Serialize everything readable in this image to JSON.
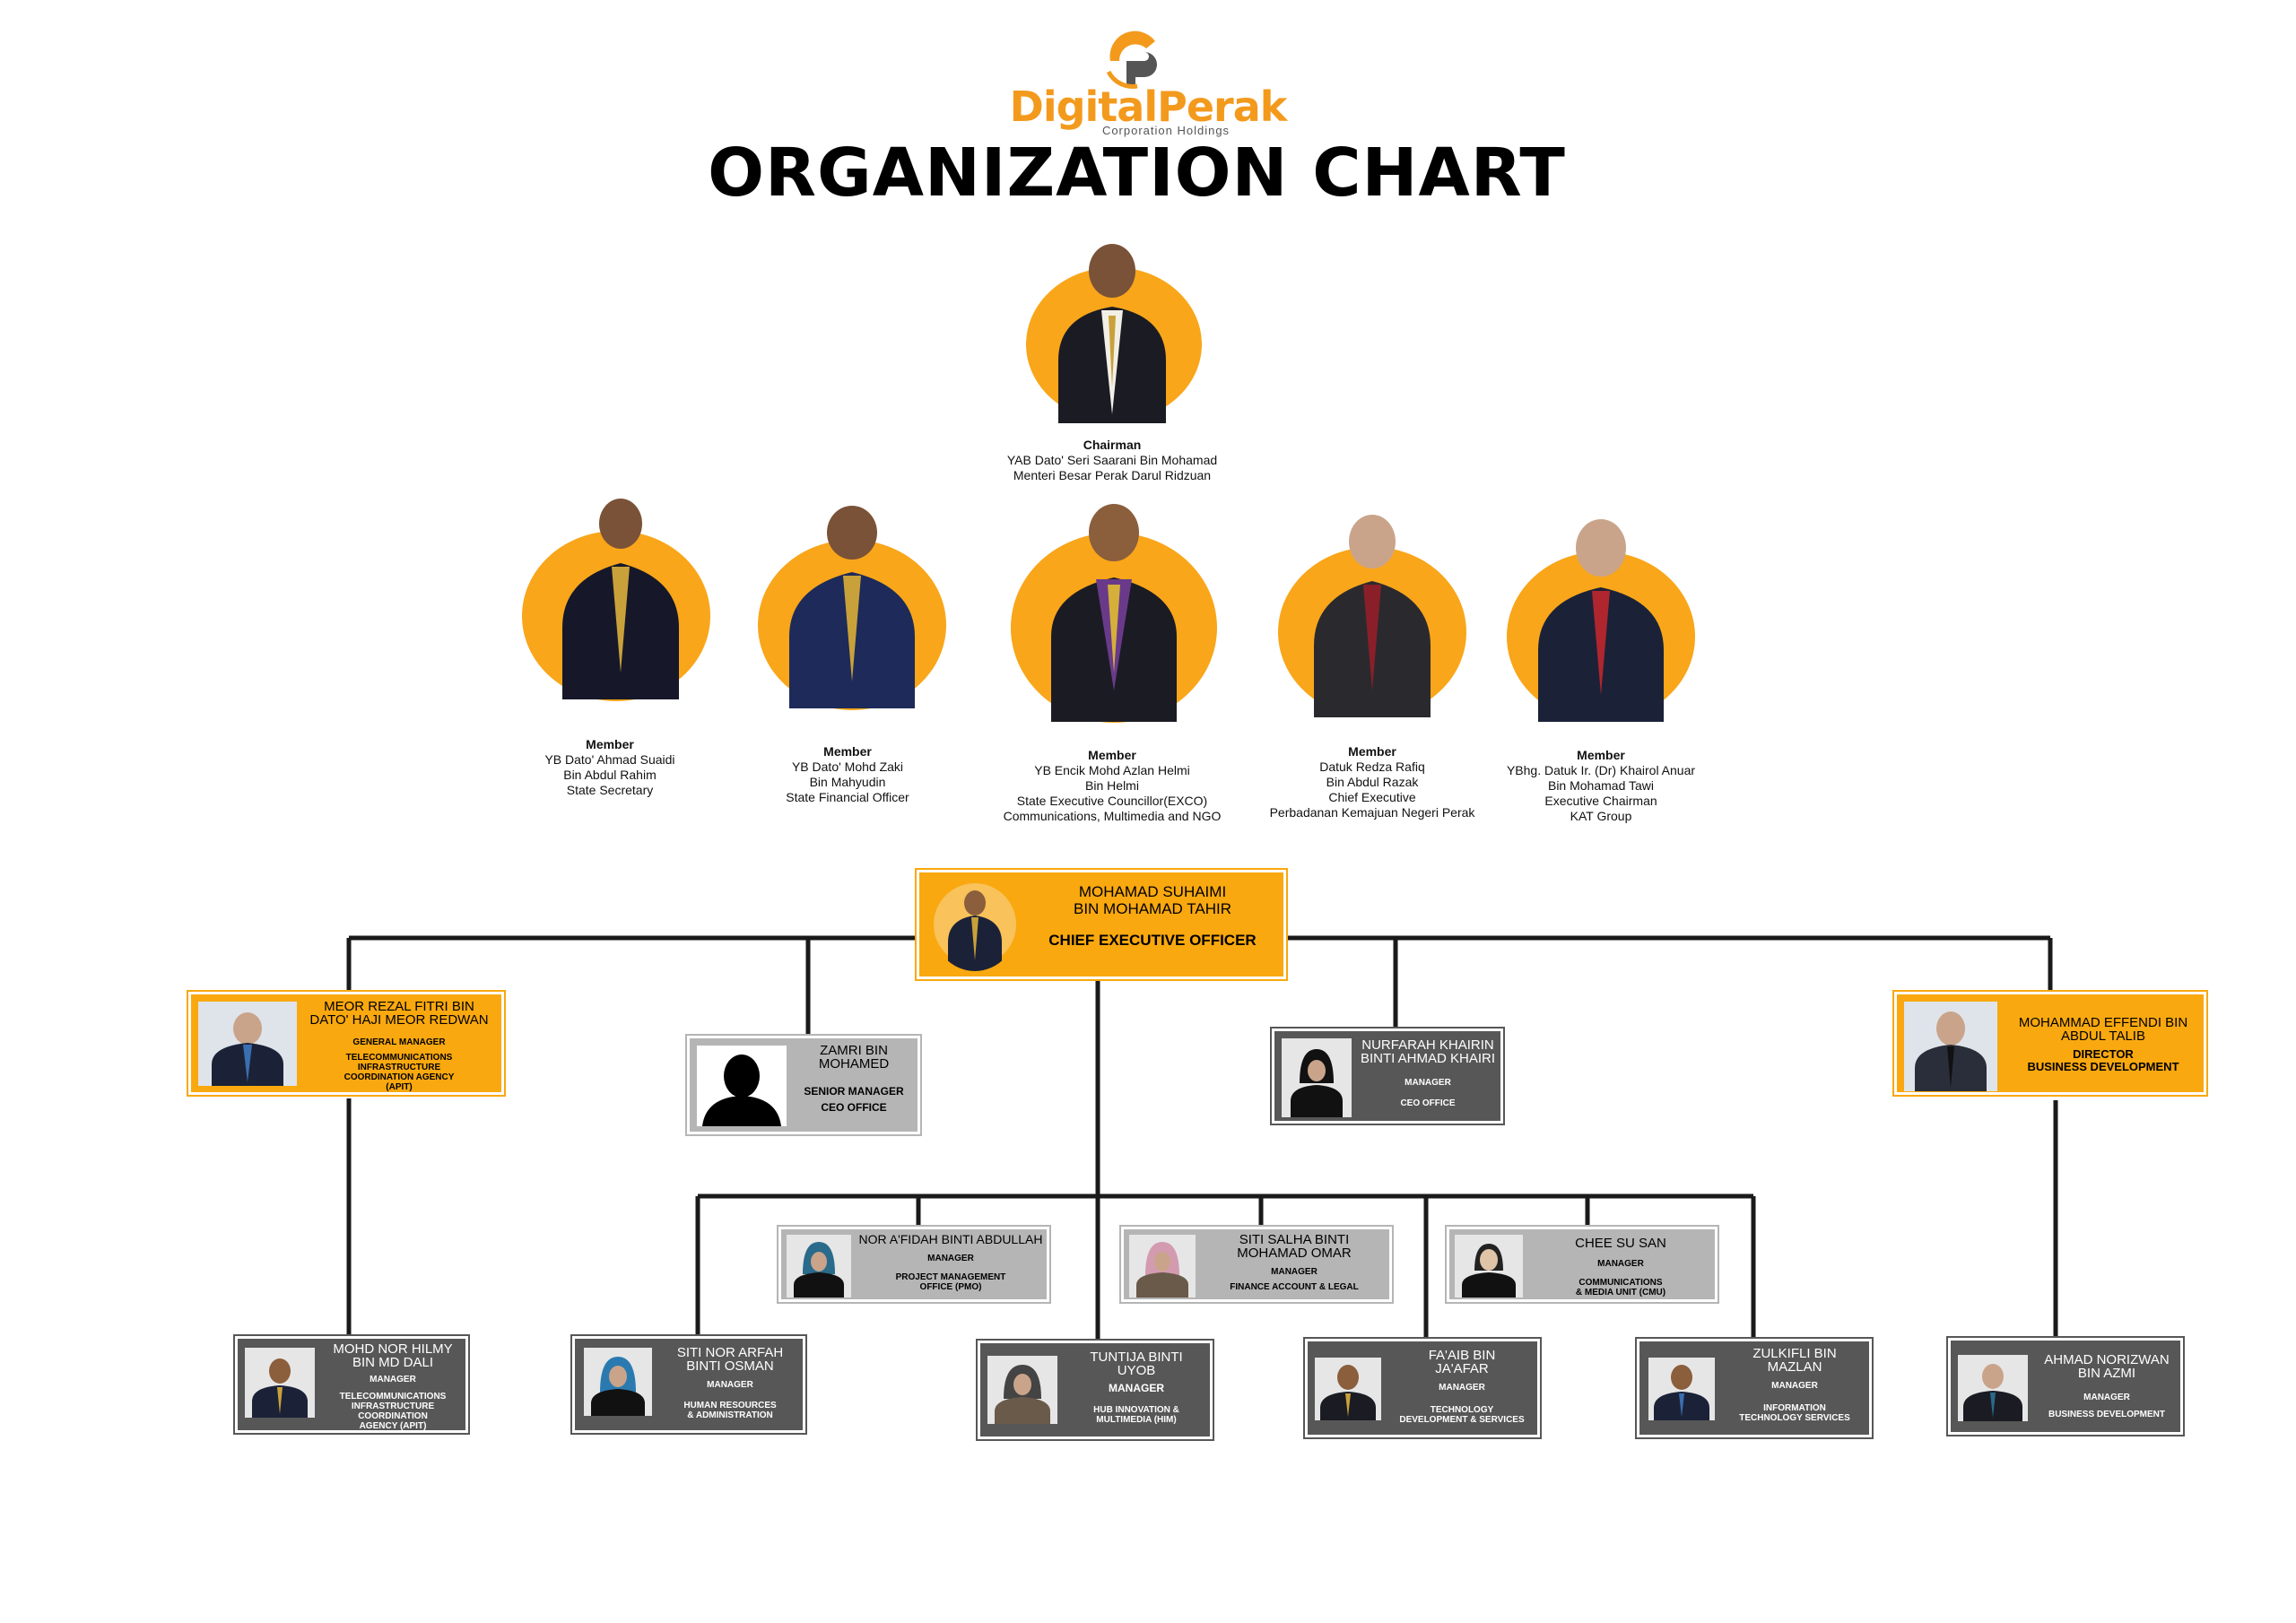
{
  "logo": {
    "name": "DigitalPerak",
    "sub": "Corporation Holdings"
  },
  "title": "ORGANIZATION CHART",
  "chairman": {
    "role": "Chairman",
    "lines": [
      "YAB Dato' Seri Saarani Bin Mohamad",
      "Menteri Besar Perak Darul Ridzuan"
    ]
  },
  "members": [
    {
      "role": "Member",
      "lines": [
        "YB Dato' Ahmad Suaidi",
        "Bin Abdul Rahim",
        "State Secretary"
      ]
    },
    {
      "role": "Member",
      "lines": [
        "YB Dato' Mohd Zaki",
        "Bin Mahyudin",
        "State Financial Officer"
      ]
    },
    {
      "role": "Member",
      "lines": [
        "YB Encik Mohd Azlan Helmi",
        "Bin Helmi",
        "State Executive Councillor(EXCO)",
        "Communications, Multimedia and NGO"
      ]
    },
    {
      "role": "Member",
      "lines": [
        "Datuk Redza Rafiq",
        "Bin Abdul Razak",
        "Chief Executive",
        "Perbadanan Kemajuan Negeri Perak"
      ]
    },
    {
      "role": "Member",
      "lines": [
        "YBhg. Datuk Ir. (Dr) Khairol Anuar",
        "Bin Mohamad Tawi",
        "Executive Chairman",
        "KAT Group"
      ]
    }
  ],
  "ceo": {
    "name": [
      "MOHAMAD SUHAIMI",
      "BIN MOHAMAD TAHIR"
    ],
    "role": "CHIEF EXECUTIVE OFFICER"
  },
  "tier2": {
    "gm": {
      "name": [
        "MEOR REZAL FITRI BIN",
        "DATO' HAJI MEOR REDWAN"
      ],
      "role": "GENERAL MANAGER",
      "dept": [
        "TELECOMMUNICATIONS",
        "INFRASTRUCTURE",
        "COORDINATION AGENCY",
        "(APIT)"
      ]
    },
    "sm": {
      "name": [
        "ZAMRI BIN",
        "MOHAMED"
      ],
      "role": "SENIOR MANAGER",
      "dept": [
        "CEO OFFICE"
      ]
    },
    "mgr_ceo": {
      "name": [
        "NURFARAH KHAIRIN",
        "BINTI AHMAD KHAIRI"
      ],
      "role": "MANAGER",
      "dept": [
        "CEO OFFICE"
      ]
    },
    "director": {
      "name": [
        "MOHAMMAD EFFENDI BIN",
        "ABDUL TALIB"
      ],
      "role": "DIRECTOR",
      "dept": [
        "BUSINESS DEVELOPMENT"
      ]
    }
  },
  "tier3": [
    {
      "name": [
        "NOR A'FIDAH BINTI ABDULLAH"
      ],
      "role": "MANAGER",
      "dept": [
        "PROJECT MANAGEMENT",
        "OFFICE (PMO)"
      ]
    },
    {
      "name": [
        "SITI SALHA BINTI",
        "MOHAMAD OMAR"
      ],
      "role": "MANAGER",
      "dept": [
        "FINANCE ACCOUNT & LEGAL"
      ]
    },
    {
      "name": [
        "CHEE SU SAN"
      ],
      "role": "MANAGER",
      "dept": [
        "COMMUNICATIONS",
        "& MEDIA UNIT (CMU)"
      ]
    }
  ],
  "tier4": [
    {
      "name": [
        "MOHD NOR HILMY",
        "BIN MD DALI"
      ],
      "role": "MANAGER",
      "dept": [
        "TELECOMMUNICATIONS",
        "INFRASTRUCTURE",
        "COORDINATION",
        "AGENCY (APIT)"
      ]
    },
    {
      "name": [
        "SITI NOR ARFAH",
        "BINTI OSMAN"
      ],
      "role": "MANAGER",
      "dept": [
        "HUMAN RESOURCES",
        "& ADMINISTRATION"
      ]
    },
    {
      "name": [
        "TUNTIJA BINTI",
        "UYOB"
      ],
      "role": "MANAGER",
      "dept": [
        "HUB INNOVATION &",
        "MULTIMEDIA (HIM)"
      ]
    },
    {
      "name": [
        "FA'AIB BIN",
        "JA'AFAR"
      ],
      "role": "MANAGER",
      "dept": [
        "TECHNOLOGY",
        "DEVELOPMENT & SERVICES"
      ]
    },
    {
      "name": [
        "ZULKIFLI BIN",
        "MAZLAN"
      ],
      "role": "MANAGER",
      "dept": [
        "INFORMATION",
        "TECHNOLOGY SERVICES"
      ]
    },
    {
      "name": [
        "AHMAD NORIZWAN",
        "BIN AZMI"
      ],
      "role": "MANAGER",
      "dept": [
        "BUSINESS DEVELOPMENT"
      ]
    }
  ],
  "colors": {
    "accent": "#f9a80f",
    "dark": "#575757",
    "gray": "#b5b5b5",
    "line": "#1a1a1a"
  }
}
